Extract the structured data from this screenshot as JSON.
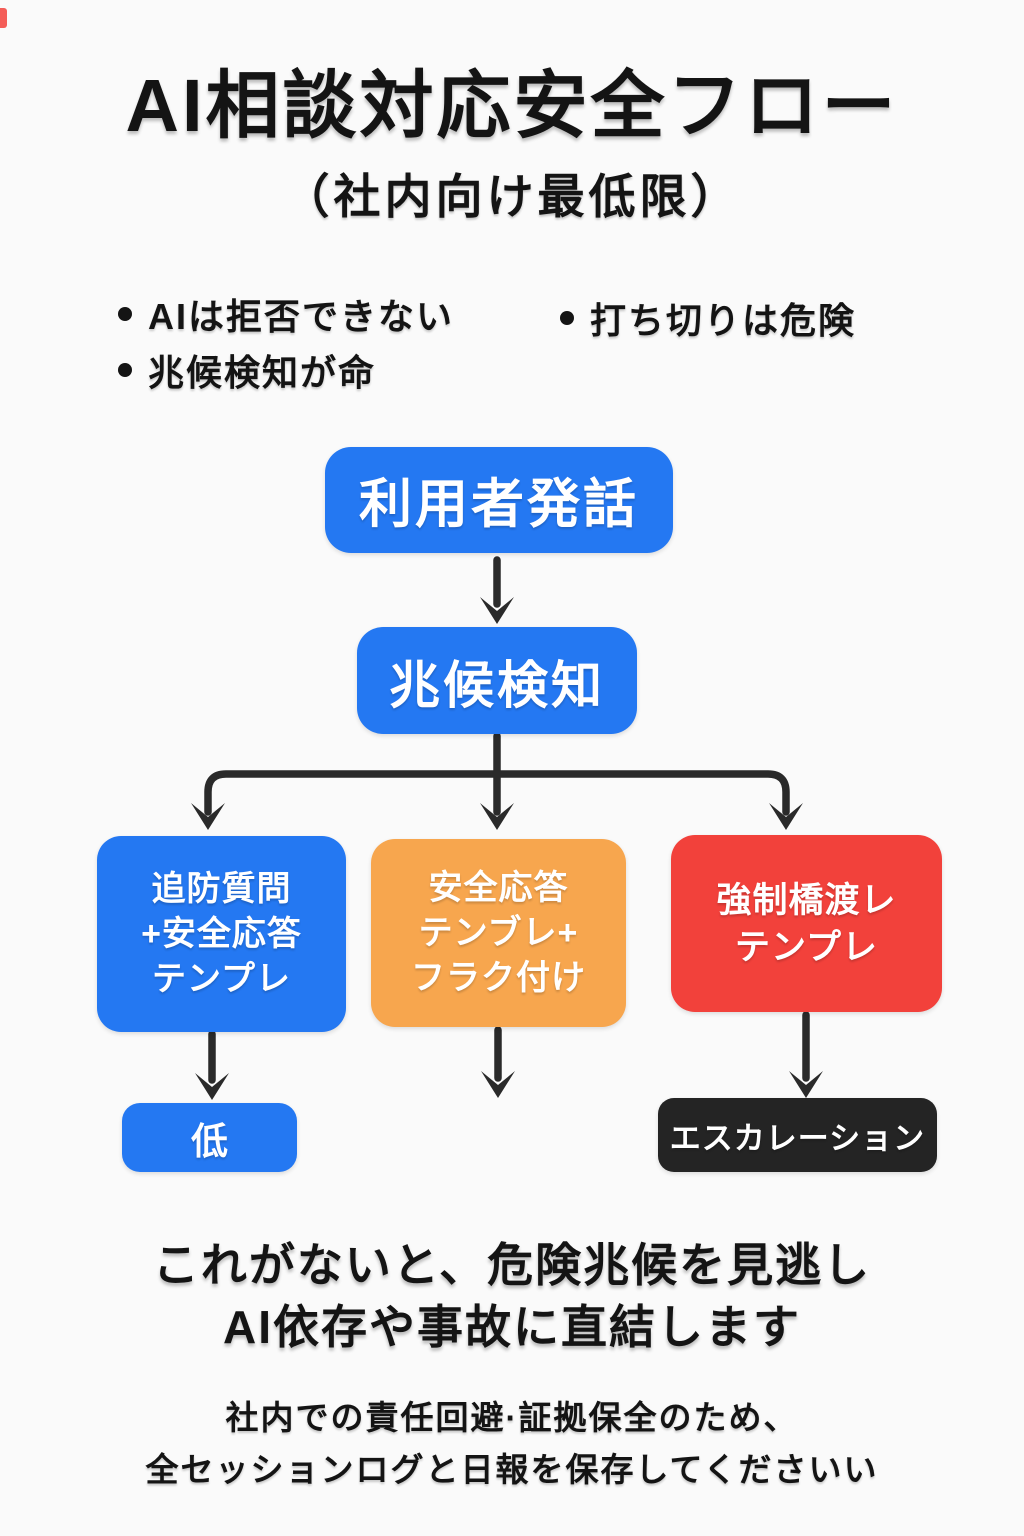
{
  "title": "AI相談対応安全フロー",
  "subtitle": "（社内向け最低限）",
  "bullets": [
    {
      "label": "AIは拒否できない"
    },
    {
      "label": "兆候検知が命"
    },
    {
      "label": "打ち切りは危険"
    }
  ],
  "flow": {
    "start": "利用者発話",
    "detect": "兆候検知",
    "branch_low": {
      "lines": [
        "追防質問",
        "+安全応答",
        "テンプレ"
      ]
    },
    "branch_mid": {
      "lines": [
        "安全応答",
        "テンブレ+",
        "フラク付け"
      ]
    },
    "branch_high": {
      "lines": [
        "強制橋渡レ",
        "テンプレ"
      ]
    },
    "result_low": "低",
    "result_high": "エスカレーション"
  },
  "warning": {
    "line1": "これがないと、危険兆候を見逃し",
    "line2": "AI依存や事故に直結します"
  },
  "footer": {
    "line1": "社内での責任回避·証拠保全のため、",
    "line2": "全セッションログと日報を保存してくださいい"
  },
  "colors": {
    "blue": "#2478f2",
    "orange": "#f7a64e",
    "red": "#f2413b",
    "dark": "#242424",
    "arrow": "#2a2a2a",
    "background": "#fafafa",
    "text": "#141414"
  }
}
